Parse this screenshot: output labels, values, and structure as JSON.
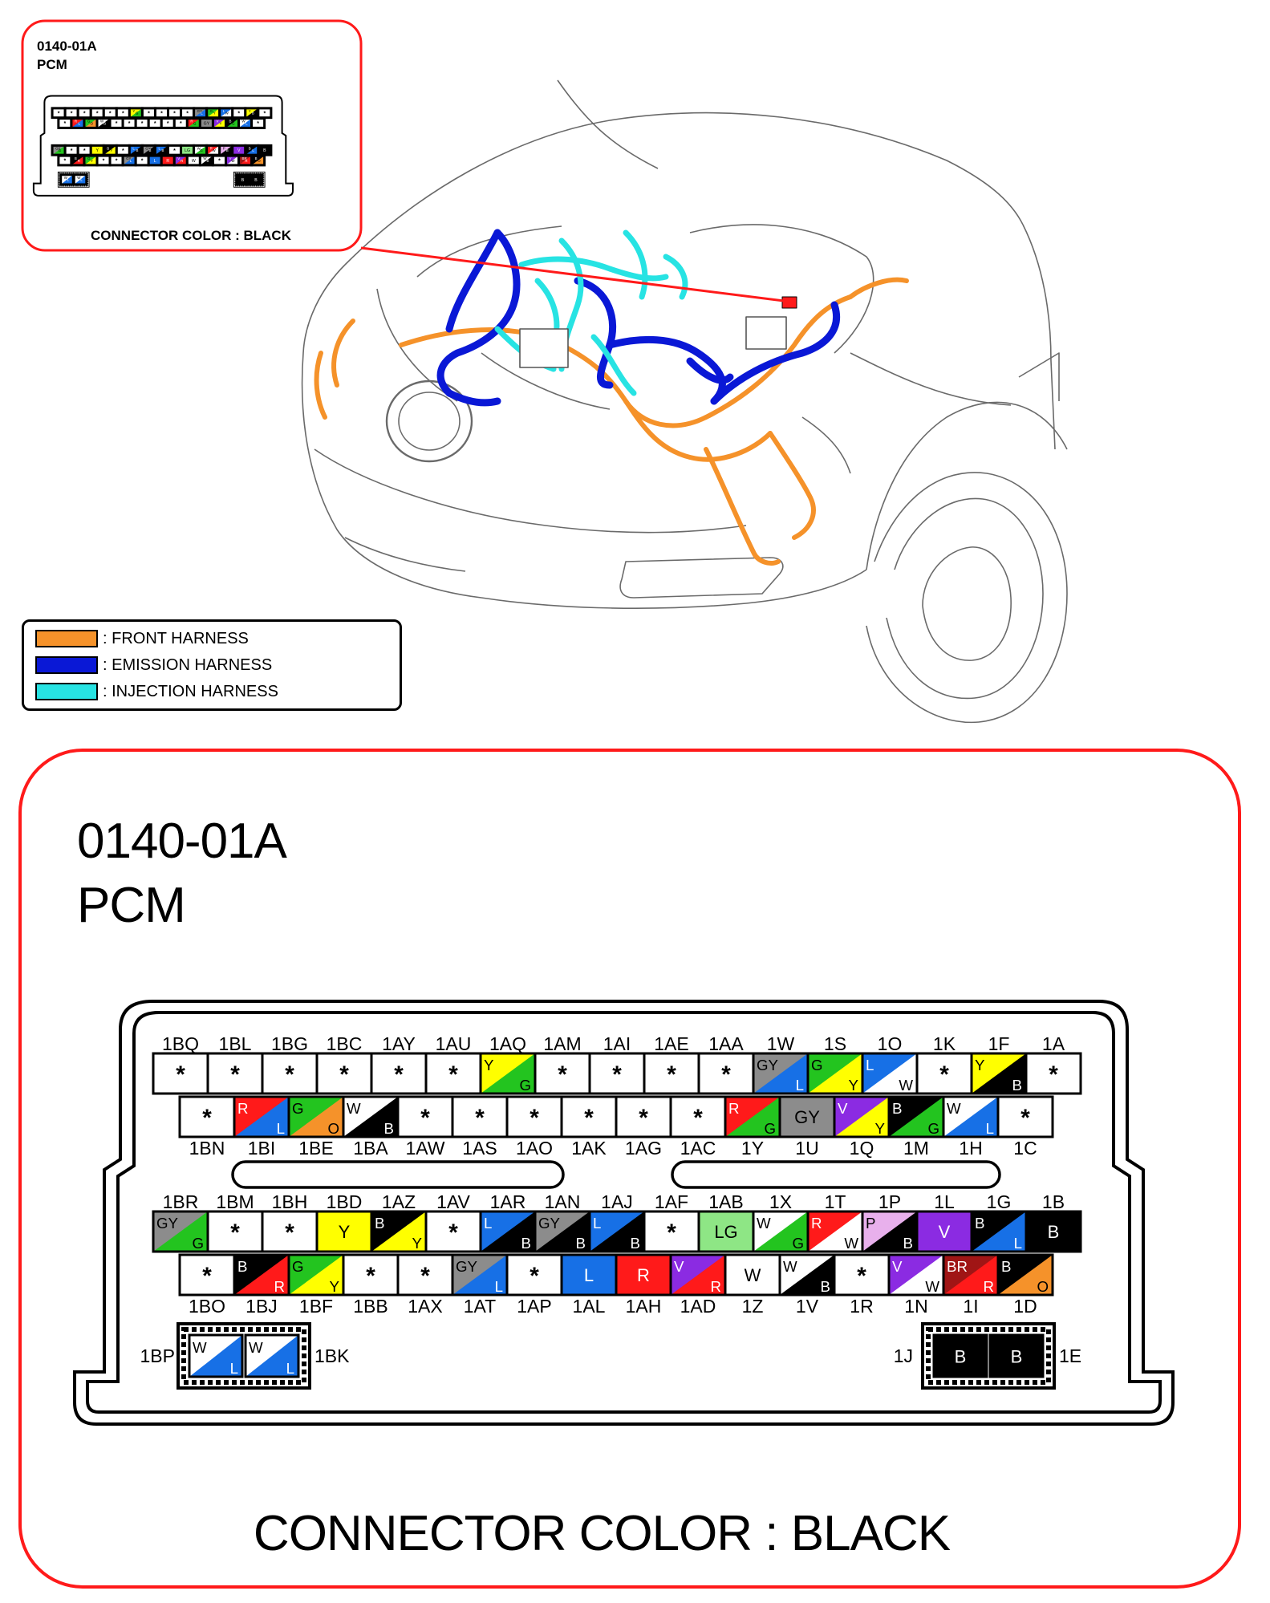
{
  "inset": {
    "code": "0140-01A",
    "name": "PCM",
    "connector_color": "CONNECTOR COLOR : BLACK"
  },
  "legend": [
    {
      "label": ": FRONT HARNESS",
      "color": "#f5922a"
    },
    {
      "label": ": EMISSION HARNESS",
      "color": "#0a18d6"
    },
    {
      "label": ": INJECTION HARNESS",
      "color": "#27e3e3"
    }
  ],
  "main": {
    "code": "0140-01A",
    "name": "PCM",
    "connector_color": "CONNECTOR COLOR : BLACK"
  },
  "wire_colors": {
    "GY": "#8c8c8c",
    "Y": "#ffff00",
    "G": "#23c41f",
    "L": "#1770e6",
    "W": "#ffffff",
    "B": "#000000",
    "R": "#ff1a1a",
    "O": "#f5922a",
    "V": "#8b2be2",
    "P": "#e8b0ec",
    "LG": "#8ee685",
    "BR": "#a01515"
  },
  "connector": {
    "upper": {
      "row1_labels": [
        "1BQ",
        "1BL",
        "1BG",
        "1BC",
        "1AY",
        "1AU",
        "1AQ",
        "1AM",
        "1AI",
        "1AE",
        "1AA",
        "1W",
        "1S",
        "1O",
        "1K",
        "1F",
        "1A"
      ],
      "row1_pins": [
        "*",
        "*",
        "*",
        "*",
        "*",
        "*",
        "Y/G",
        "*",
        "*",
        "*",
        "*",
        "GY/L",
        "G/Y",
        "L/W",
        "*",
        "Y/B",
        "*"
      ],
      "row2_pins": [
        "*",
        "R/L",
        "G/O",
        "W/B",
        "*",
        "*",
        "*",
        "*",
        "*",
        "*",
        "R/G",
        "GY",
        "V/Y",
        "B/G",
        "W/L",
        "*"
      ],
      "row2_labels": [
        "1BN",
        "1BI",
        "1BE",
        "1BA",
        "1AW",
        "1AS",
        "1AO",
        "1AK",
        "1AG",
        "1AC",
        "1Y",
        "1U",
        "1Q",
        "1M",
        "1H",
        "1C"
      ]
    },
    "lower": {
      "row1_labels": [
        "1BR",
        "1BM",
        "1BH",
        "1BD",
        "1AZ",
        "1AV",
        "1AR",
        "1AN",
        "1AJ",
        "1AF",
        "1AB",
        "1X",
        "1T",
        "1P",
        "1L",
        "1G",
        "1B"
      ],
      "row1_pins": [
        "GY/G",
        "*",
        "*",
        "Y",
        "B/Y",
        "*",
        "L/B",
        "GY/B",
        "L/B",
        "*",
        "LG",
        "W/G",
        "R/W",
        "P/B",
        "V",
        "B/L",
        "B"
      ],
      "row2_pins": [
        "*",
        "B/R",
        "G/Y",
        "*",
        "*",
        "GY/L",
        "*",
        "L",
        "R",
        "V/R",
        "W",
        "W/B",
        "*",
        "V/W",
        "BR/R",
        "B/O"
      ],
      "row2_labels": [
        "1BO",
        "1BJ",
        "1BF",
        "1BB",
        "1AX",
        "1AT",
        "1AP",
        "1AL",
        "1AH",
        "1AD",
        "1Z",
        "1V",
        "1R",
        "1N",
        "1I",
        "1D"
      ]
    },
    "left_block": {
      "label_left": "1BP",
      "label_right": "1BK",
      "pins": [
        "W/L",
        "W/L"
      ]
    },
    "right_block": {
      "label_left": "1J",
      "label_right": "1E",
      "pins": [
        "B",
        "B"
      ]
    }
  }
}
